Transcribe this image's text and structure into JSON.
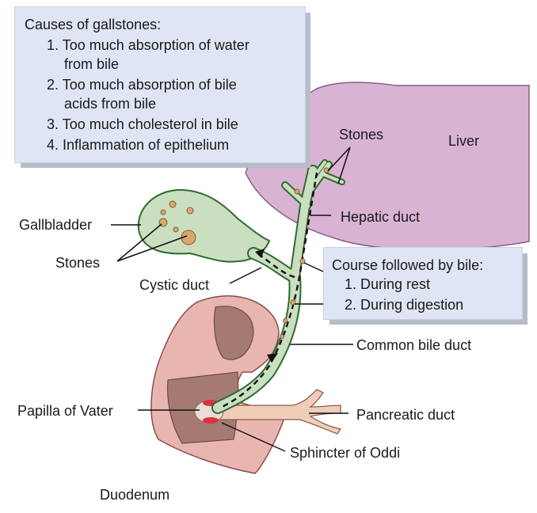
{
  "causes": {
    "title": "Causes of gallstones:",
    "items": [
      "1. Too much absorption of water",
      "from bile",
      "2. Too much absorption of bile",
      "acids from bile",
      "3. Too much cholesterol in bile",
      "4. Inflammation of epithelium"
    ]
  },
  "course": {
    "title": "Course followed by bile:",
    "items": [
      "1. During rest",
      "2. During digestion"
    ]
  },
  "labels": {
    "liver": "Liver",
    "stones_top": "Stones",
    "hepatic_duct": "Hepatic duct",
    "gallbladder": "Gallbladder",
    "stones_left": "Stones",
    "cystic_duct": "Cystic duct",
    "common_bile_duct": "Common bile duct",
    "papilla": "Papilla of Vater",
    "pancreatic_duct": "Pancreatic duct",
    "sphincter": "Sphincter of Oddi",
    "duodenum": "Duodenum"
  },
  "colors": {
    "liver": "#d9b3d3",
    "duct_green": "#c9dfc0",
    "duct_outline": "#2f6b2f",
    "duodenum": "#e8b5b0",
    "lumen": "#a47a72",
    "box": "#dfe5f4",
    "stone": "#d6a86c"
  }
}
